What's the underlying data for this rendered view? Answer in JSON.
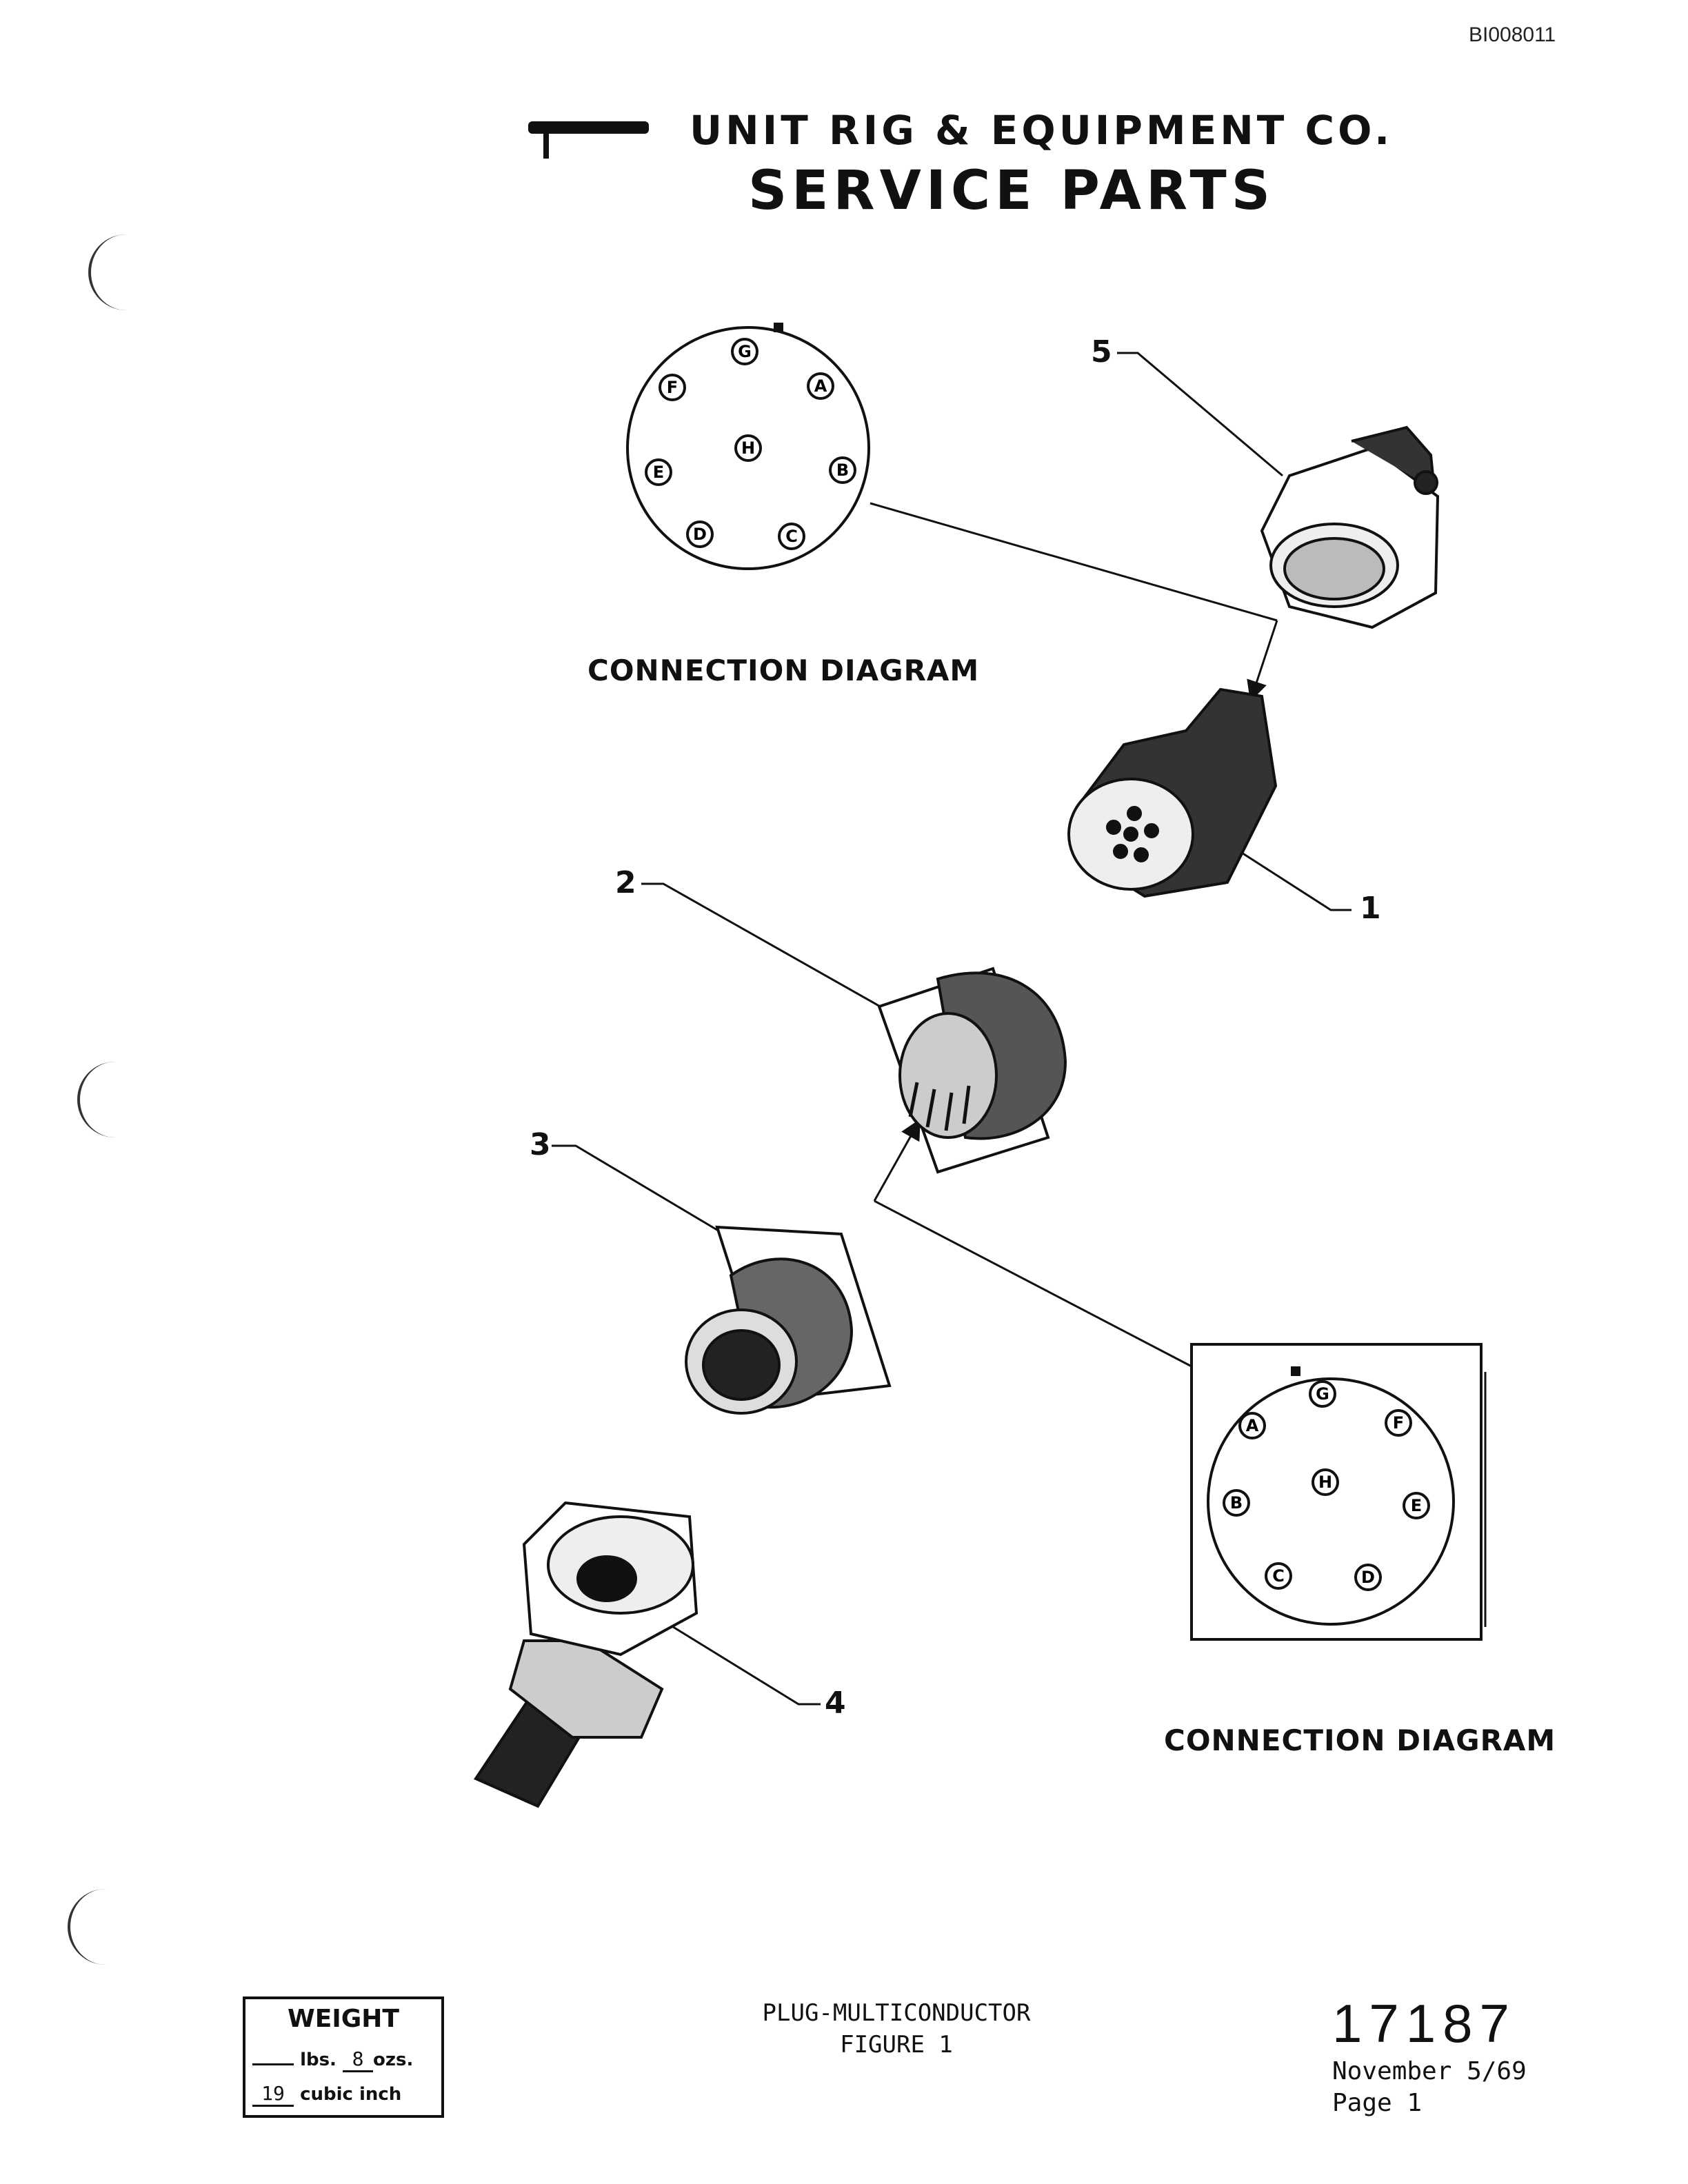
{
  "header": {
    "doc_id": "BI008011",
    "company": "UNIT RIG & EQUIPMENT CO.",
    "title": "SERVICE PARTS"
  },
  "diagram": {
    "connection_caption_top": "CONNECTION DIAGRAM",
    "connection_caption_bottom": "CONNECTION DIAGRAM",
    "pins_top": [
      "G",
      "A",
      "F",
      "H",
      "B",
      "E",
      "D",
      "C"
    ],
    "pins_bottom": [
      "G",
      "A",
      "F",
      "H",
      "B",
      "E",
      "C",
      "D"
    ],
    "callouts": [
      "1",
      "2",
      "3",
      "4",
      "5"
    ]
  },
  "weight": {
    "title": "WEIGHT",
    "lbs_value": "",
    "lbs_label": "lbs.",
    "ozs_value": "8",
    "ozs_label": "ozs.",
    "cubic_value": "19",
    "cubic_label": "cubic inch"
  },
  "footer": {
    "figure_title": "PLUG-MULTICONDUCTOR",
    "figure_number": "FIGURE 1",
    "part_number": "17187",
    "date": "November 5/69",
    "page": "Page 1"
  }
}
